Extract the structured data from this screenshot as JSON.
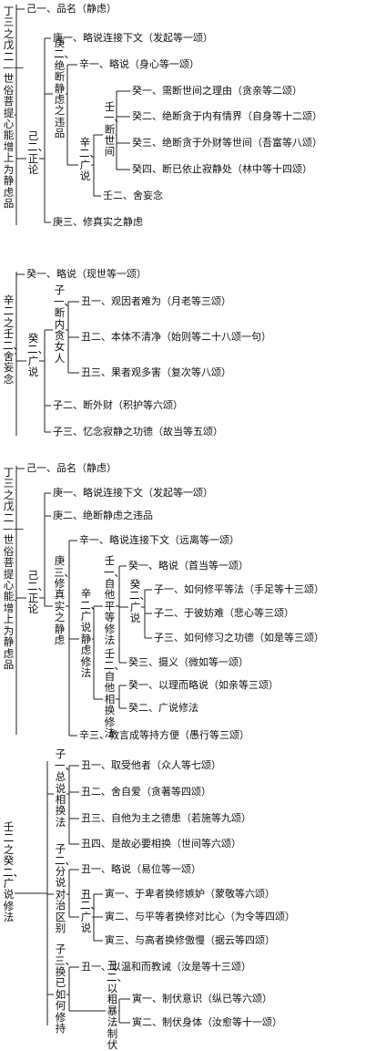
{
  "sections": [
    {
      "title": "丁三之戊二——世俗菩提心能增上为静虑品",
      "children": [
        {
          "label": "己一、品名（静虑）"
        },
        {
          "label": "己二、正论",
          "children": [
            {
              "label": "庚一、略说连接下文（发起等一颂）"
            },
            {
              "label": "庚二、绝断静虑之违品",
              "children": [
                {
                  "label": "辛一、略说（身心等一颂）"
                },
                {
                  "label": "辛二、广说",
                  "children": [
                    {
                      "label": "壬一、断世间",
                      "children": [
                        {
                          "label": "癸一、需断世间之理由（贪亲等二颂）"
                        },
                        {
                          "label": "癸二、绝断贪于内有情界（自身等十二颂）"
                        },
                        {
                          "label": "癸三、绝断贪于外财等世间（吾富等八颂）"
                        },
                        {
                          "label": "癸四、断已依止寂静处（林中等十四颂）"
                        }
                      ]
                    },
                    {
                      "label": "壬二、舍妄念"
                    }
                  ]
                }
              ]
            },
            {
              "label": "庚三、修真实之静虑"
            }
          ]
        }
      ]
    },
    {
      "title": "辛二之壬二、舍妄念",
      "children": [
        {
          "label": "癸一、略说（现世等一颂）"
        },
        {
          "label": "癸二、广说",
          "children": [
            {
              "label": "子一、断内贪女人",
              "children": [
                {
                  "label": "丑一、观因者难为（月老等三颂）"
                },
                {
                  "label": "丑二、本体不清净（始则等二十八颂一句）"
                },
                {
                  "label": "丑三、果者观多害（复次等八颂）"
                }
              ]
            },
            {
              "label": "子二、断外财（积护等六颂）"
            },
            {
              "label": "子三、忆念寂静之功德（故当等五颂）"
            }
          ]
        }
      ]
    },
    {
      "title": "丁三之戊二——世俗菩提心能增上为静虑品",
      "children": [
        {
          "label": "己一、品名（静虑）"
        },
        {
          "label": "己二、正论",
          "children": [
            {
              "label": "庚一、略说连接下文（发起等一颂）"
            },
            {
              "label": "庚二、绝断静虑之违品"
            },
            {
              "label": "庚三、修真实之静虑",
              "children": [
                {
                  "label": "辛一、略说连接下文（远离等一颂）"
                },
                {
                  "label": "辛二、广说静虑修法",
                  "children": [
                    {
                      "label": "壬一、自他平等修法",
                      "children": [
                        {
                          "label": "癸一、略说（首当等一颂）"
                        },
                        {
                          "label": "癸二、广说",
                          "children": [
                            {
                              "label": "子一、如何修平等法（手足等十三颂）"
                            },
                            {
                              "label": "子二、于彼妨难（悲心等三颂）"
                            },
                            {
                              "label": "子三、如何修习之功德（如是等三颂）"
                            }
                          ]
                        },
                        {
                          "label": "癸三、摄义（微如等一颂）"
                        }
                      ]
                    },
                    {
                      "label": "壬二、自他相换修法",
                      "children": [
                        {
                          "label": "癸一、以理而略说（如亲等三颂）"
                        },
                        {
                          "label": "癸二、广说修法"
                        }
                      ]
                    }
                  ]
                },
                {
                  "label": "辛三、教言成等持方便（愚行等三颂）"
                }
              ]
            }
          ]
        }
      ]
    },
    {
      "title": "壬二之癸二、广说修法",
      "children": [
        {
          "label": "子一、总说相换法",
          "children": [
            {
              "label": "丑一、取受他者（众人等七颂）"
            },
            {
              "label": "丑二、舍自爱（贪著等四颂）"
            },
            {
              "label": "丑三、自他为主之德患（若施等九颂）"
            },
            {
              "label": "丑四、是故必要相换（世间等六颂）"
            }
          ]
        },
        {
          "label": "子二、分说对治区别",
          "children": [
            {
              "label": "丑一、略说（易位等一颂）"
            },
            {
              "label": "丑二、广说",
              "children": [
                {
                  "label": "寅一、于卑者换修嫉妒（蒙敬等六颂）"
                },
                {
                  "label": "寅二、与平等者换修对比心（为令等四颂）"
                },
                {
                  "label": "寅三、与高者换修傲慢（据云等四颂）"
                }
              ]
            }
          ]
        },
        {
          "label": "子三、换已如何修持",
          "children": [
            {
              "label": "丑一、以温和而教诫（汝是等十三颂）"
            },
            {
              "label": "丑二、以粗暴法制伏",
              "children": [
                {
                  "label": "寅一、制伏意识（纵已等六颂）"
                },
                {
                  "label": "寅二、制伏身体（汝愈等十一颂）"
                }
              ]
            }
          ]
        }
      ]
    }
  ]
}
